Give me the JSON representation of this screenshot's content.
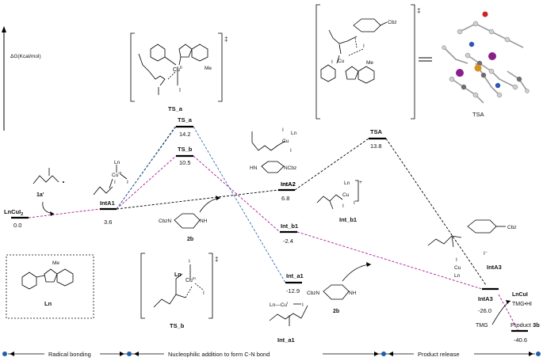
{
  "axis": {
    "label": "ΔG(Kcal/mol)"
  },
  "states": [
    {
      "id": "LnCuI2",
      "label_main": "LnCuI",
      "label_sub": "2",
      "value": "0.0"
    },
    {
      "id": "IntA1",
      "label_main": "IntA1",
      "label_sub": "",
      "value": "3.6"
    },
    {
      "id": "TS_a",
      "label_main": "TS_a",
      "label_sub": "",
      "value": "14.2"
    },
    {
      "id": "TS_b",
      "label_main": "TS_b",
      "label_sub": "",
      "value": "10.5"
    },
    {
      "id": "IntA2",
      "label_main": "IntA2",
      "label_sub": "",
      "value": "6.8"
    },
    {
      "id": "TSA",
      "label_main": "TSA",
      "label_sub": "",
      "value": "13.8"
    },
    {
      "id": "Int_b1",
      "label_main": "Int_b1",
      "label_sub": "",
      "value": "-2.4"
    },
    {
      "id": "Int_a1",
      "label_main": "Int_a1",
      "label_sub": "",
      "value": "-12.9"
    },
    {
      "id": "IntA3",
      "label_main": "IntA3",
      "label_sub": "",
      "value": "-26.0"
    },
    {
      "id": "Product3b",
      "label_main": "Product ",
      "label_sub": "3b",
      "value": "-40.6"
    }
  ],
  "structure_labels": {
    "ts_a_caption": "TS_a",
    "ts_b_caption": "TS_b",
    "int_a1_caption": "Int_a1",
    "int_b1_caption": "Int_b1",
    "inta2_caption": "IntA2",
    "inta3_caption": "IntA3",
    "tsa_caption": "TSA",
    "reagent_1a": "1a'",
    "reagent_2b_first": "2b",
    "reagent_2b_second": "2b",
    "ln_caption": "Ln",
    "tmg": "TMG",
    "lncui": "LnCuI",
    "tmg_hi": "TMG•HI",
    "double_dagger": "‡",
    "plus_sign": "+",
    "iodide": "I⁻",
    "me": "Me",
    "cbz": "Cbz",
    "ncbz": "NCbz",
    "cbzn": "CbzN",
    "hn": "HN",
    "nh": "NH",
    "ln": "Ln",
    "cu": "Cu",
    "cu_iii": "III",
    "cu_ii": "II",
    "cu_i": "I",
    "i": "I",
    "ln_cu_i": "Ln—Cu"
  },
  "phases": [
    {
      "label": "Radical bonding"
    },
    {
      "label": "Nucleophilic addition to form C-N bond"
    },
    {
      "label": "Product release"
    }
  ],
  "colors": {
    "black_path": "#000000",
    "magenta_path": "#b0179a",
    "blue_path": "#2e6db4",
    "phase_dot": "#1f5fa8",
    "purple_atom": "#8a1f8a",
    "orange_atom": "#d9901f"
  }
}
